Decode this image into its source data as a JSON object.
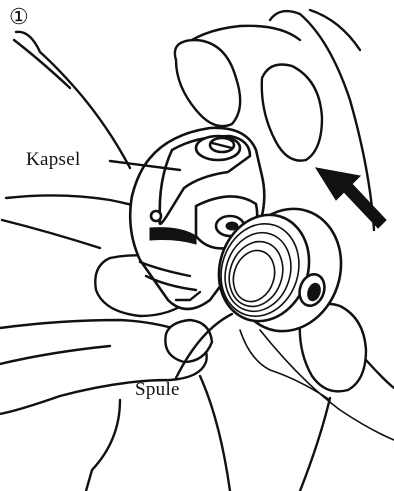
{
  "figure": {
    "step_number": "①",
    "labels": {
      "kapsel": "Kapsel",
      "spule": "Spule"
    },
    "icons": [
      "arrow-icon"
    ],
    "colors": {
      "ink": "#111111",
      "background": "#ffffff"
    }
  }
}
